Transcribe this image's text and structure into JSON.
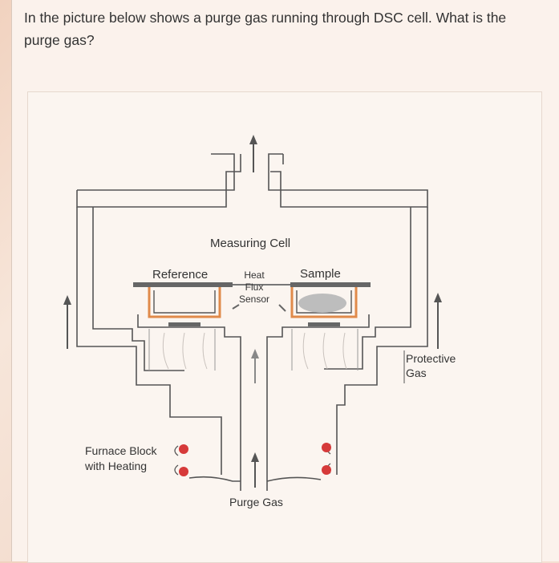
{
  "question": {
    "text": "In the picture below shows a purge gas running through DSC cell. What is the purge gas?"
  },
  "diagram": {
    "labels": {
      "measuring_cell": "Measuring Cell",
      "reference": "Reference",
      "sample": "Sample",
      "heat_flux_line1": "Heat",
      "heat_flux_line2": "Flux",
      "heat_flux_line3": "Sensor",
      "protective_line1": "Protective",
      "protective_line2": "Gas",
      "furnace_line1": "Furnace Block",
      "furnace_line2": "with Heating",
      "purge_gas": "Purge Gas"
    },
    "colors": {
      "wall": "#555555",
      "crucible": "#e08a4a",
      "heater_dot": "#d63a3a",
      "arrow": "#555555"
    }
  }
}
